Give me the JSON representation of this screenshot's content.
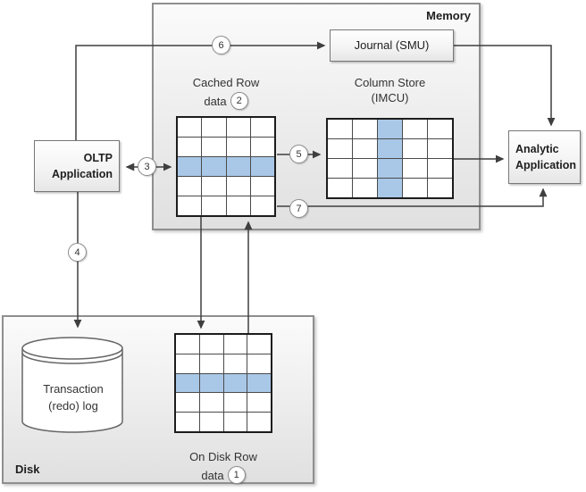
{
  "regions": {
    "memory": {
      "label": "Memory"
    },
    "disk": {
      "label": "Disk"
    }
  },
  "nodes": {
    "oltp_application": {
      "line1": "OLTP",
      "line2": "Application"
    },
    "analytic_application": {
      "line1": "Analytic",
      "line2": "Application"
    },
    "journal": {
      "label": "Journal (SMU)"
    },
    "transaction_log": {
      "line1": "Transaction",
      "line2": "(redo) log"
    }
  },
  "grids": {
    "cached_row": {
      "title_line1": "Cached Row",
      "title_line2": "data",
      "step_badge": "2",
      "rows": 5,
      "cols": 4,
      "highlight": "row",
      "highlight_index": 2
    },
    "column_store": {
      "title_line1": "Column Store",
      "title_line2": "(IMCU)",
      "rows": 4,
      "cols": 5,
      "highlight": "col",
      "highlight_index": 2
    },
    "on_disk_row": {
      "title_line1": "On Disk Row",
      "title_line2": "data",
      "step_badge": "1",
      "rows": 5,
      "cols": 4,
      "highlight": "row",
      "highlight_index": 2
    }
  },
  "step_markers": {
    "step3": "3",
    "step4": "4",
    "step5": "5",
    "step6": "6",
    "step7": "7"
  },
  "colors": {
    "highlight_blue": "#a9c8e8",
    "arrow": "#3f3f3f",
    "region_border": "#8f8f8f",
    "node_border": "#787878",
    "grid_outer": "#1c1c1c",
    "grid_inner": "#4a4a4a",
    "text_dark": "#1f1f1f",
    "text_mid": "#333333"
  }
}
